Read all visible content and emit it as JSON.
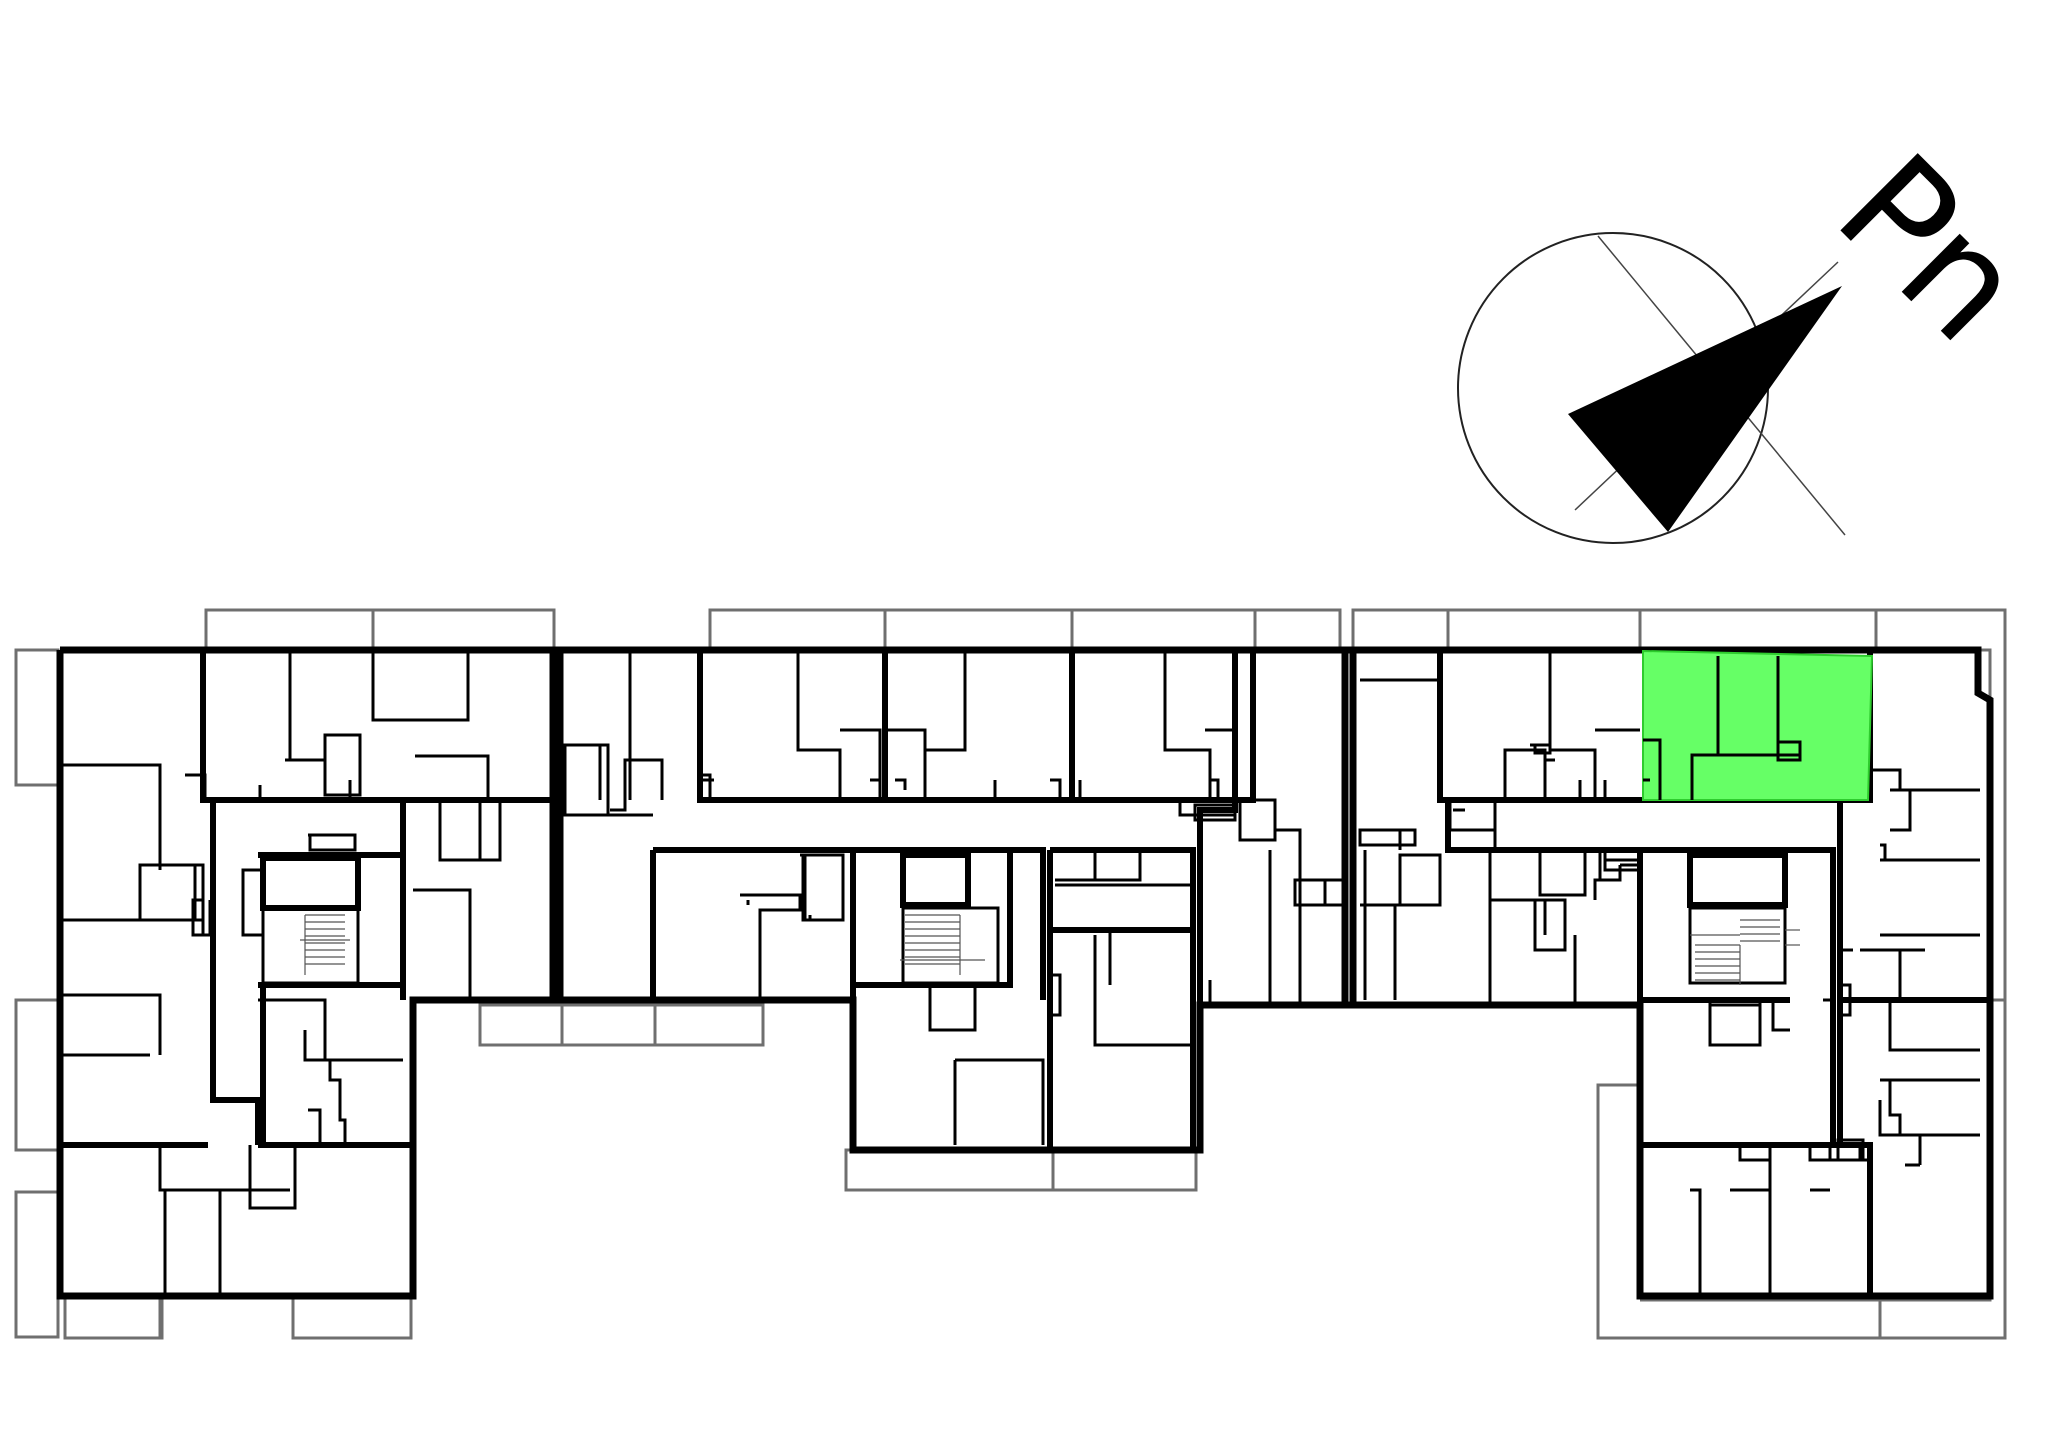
{
  "compass": {
    "label": "Pn",
    "rotation_deg": 45
  },
  "colors": {
    "highlight": "#66ff66",
    "walls": "#000000",
    "balconies": "#6f6f6f",
    "background": "#ffffff"
  },
  "highlighted_unit": {
    "state": "selected"
  }
}
